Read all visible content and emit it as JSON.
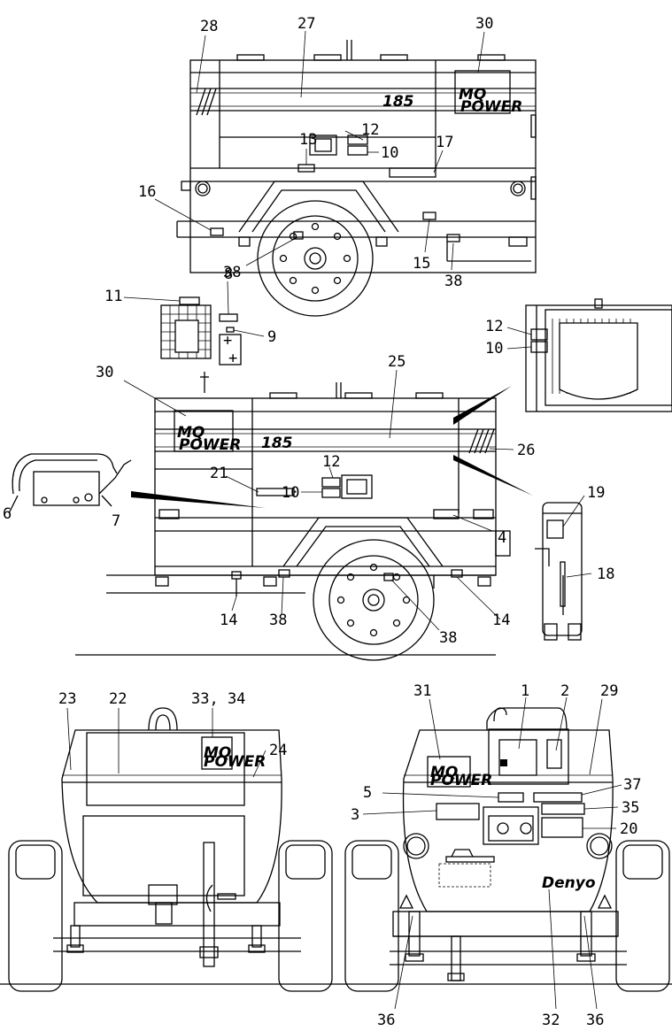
{
  "callouts": {
    "top": [
      "28",
      "27",
      "30",
      "12",
      "10",
      "13",
      "17",
      "16",
      "38",
      "15",
      "38"
    ],
    "battery": [
      "11",
      "8",
      "9"
    ],
    "middle": [
      "30",
      "25",
      "21",
      "12",
      "10",
      "26",
      "4",
      "14",
      "38",
      "38",
      "14"
    ],
    "bracket": [
      "6",
      "7"
    ],
    "side_door": [
      "12",
      "10"
    ],
    "filter": [
      "19",
      "18"
    ],
    "front": [
      "23",
      "22",
      "33, 34",
      "24"
    ],
    "rear": [
      "31",
      "1",
      "2",
      "29",
      "5",
      "37",
      "3",
      "35",
      "20",
      "36",
      "32",
      "36"
    ]
  },
  "model_number": "185",
  "logo": {
    "mark": "MQ",
    "word": "POWER"
  },
  "brand_plate": "Denyo"
}
